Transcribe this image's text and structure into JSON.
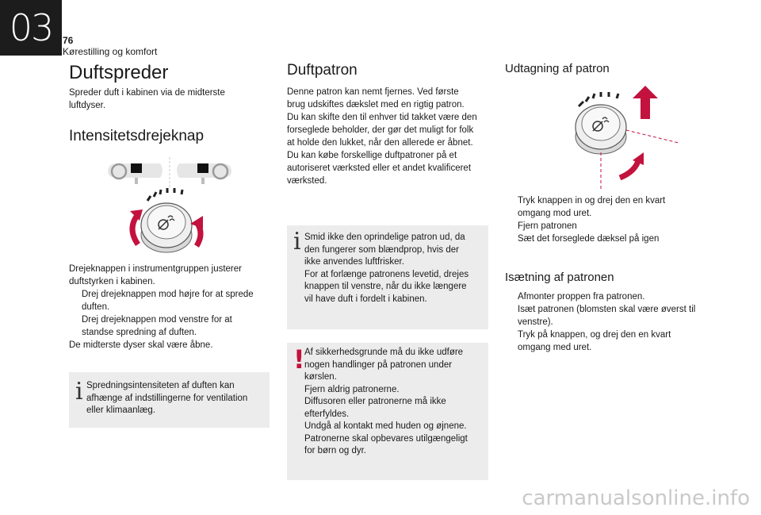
{
  "header": {
    "chapter": "03",
    "page_number": "76",
    "section": "Kørestilling og komfort"
  },
  "col1": {
    "title": "Duftspreder",
    "intro": [
      "Spreder duft i kabinen via de midterste",
      "luftdyser."
    ],
    "knob_heading": "Intensitetsdrejeknap",
    "knob_text": [
      "Drejeknappen i instrumentgruppen justerer",
      "duftstyrken i kabinen."
    ],
    "bullets": [
      [
        "Drej drejeknappen mod højre for at sprede",
        "duften."
      ],
      [
        "Drej drejeknappen mod venstre for at",
        "standse spredning af duften."
      ]
    ],
    "closing": "De midterste dyser skal være åbne.",
    "note": [
      "Spredningsintensiteten af duften kan",
      "afhænge af indstillingerne for ventilation",
      "eller klimaanlæg."
    ]
  },
  "col2": {
    "title": "Duftpatron",
    "text": [
      "Denne patron kan nemt fjernes. Ved første",
      "brug udskiftes dækslet med en rigtig patron.",
      "Du kan skifte den til enhver tid takket være den",
      "forseglede beholder, der gør det muligt for folk",
      "at holde den lukket, når den allerede er åbnet.",
      "Du kan købe forskellige duftpatroner på et",
      "autoriseret værksted eller et andet kvalificeret",
      "værksted."
    ],
    "note": [
      "Smid ikke den oprindelige patron ud, da",
      "den fungerer som blændprop, hvis der",
      "ikke anvendes luftfrisker.",
      "For at forlænge patronens levetid, drejes",
      "knappen til venstre, når du ikke længere",
      "vil have duft i fordelt i kabinen."
    ],
    "warning": [
      "Af sikkerhedsgrunde må du ikke udføre",
      "nogen handlinger på patronen under",
      "kørslen.",
      "Fjern aldrig patronerne.",
      "Diffusoren eller patronerne må ikke",
      "efterfyldes.",
      "Undgå al kontakt med huden og øjnene.",
      "Patronerne skal opbevares utilgængeligt",
      "for børn og dyr."
    ]
  },
  "col3": {
    "removal_heading": "Udtagning af patron",
    "removal_bullets": [
      [
        "Tryk knappen in og drej den en kvart",
        "omgang mod uret."
      ],
      [
        "Fjern patronen"
      ],
      [
        "Sæt det forseglede dæksel på igen"
      ]
    ],
    "insert_heading": "Isætning af patronen",
    "insert_bullets": [
      [
        "Afmonter proppen fra patronen."
      ],
      [
        "Isæt patronen (blomsten skal være øverst til",
        "venstre)."
      ],
      [
        "Tryk på knappen, og drej den en kvart",
        "omgang med uret."
      ]
    ]
  },
  "symbols": {
    "bullet": "",
    "info": "i",
    "warn": "!"
  },
  "colors": {
    "accent_red": "#c2123d",
    "box_gray": "#ececec"
  },
  "watermark": "carmanualsonline.info"
}
